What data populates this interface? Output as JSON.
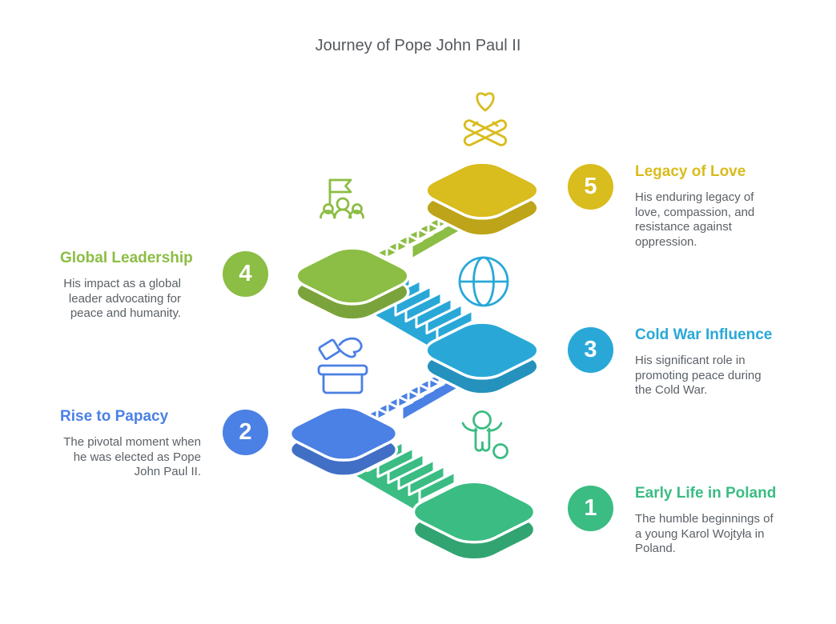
{
  "page_title": "Journey of Pope John Paul II",
  "graphic": {
    "type": "isometric-staircase",
    "levels_bottom_to_top": [
      "1",
      "2",
      "3",
      "4",
      "5"
    ]
  },
  "steps": [
    {
      "number": "1",
      "title": "Early Life in Poland",
      "description": "The humble beginnings of a young Karol Wojtyła in Poland.",
      "color": "#3abc83",
      "icon": "child-with-ball-icon",
      "side": "right"
    },
    {
      "number": "2",
      "title": "Rise to Papacy",
      "description": "The pivotal moment when he was elected as Pope John Paul II.",
      "color": "#4b80e4",
      "icon": "ballot-box-vote-icon",
      "side": "left"
    },
    {
      "number": "3",
      "title": "Cold War Influence",
      "description": "His significant role in promoting peace during the Cold War.",
      "color": "#29a8d8",
      "icon": "globe-icon",
      "side": "right"
    },
    {
      "number": "4",
      "title": "Global Leadership",
      "description": "His impact as a global leader advocating for peace and humanity.",
      "color": "#8cbd44",
      "icon": "flag-team-icon",
      "side": "left"
    },
    {
      "number": "5",
      "title": "Legacy of Love",
      "description": "His enduring legacy of love, compassion, and resistance against oppression.",
      "color": "#d9bc1d",
      "icon": "heart-hands-icon",
      "side": "right"
    }
  ]
}
